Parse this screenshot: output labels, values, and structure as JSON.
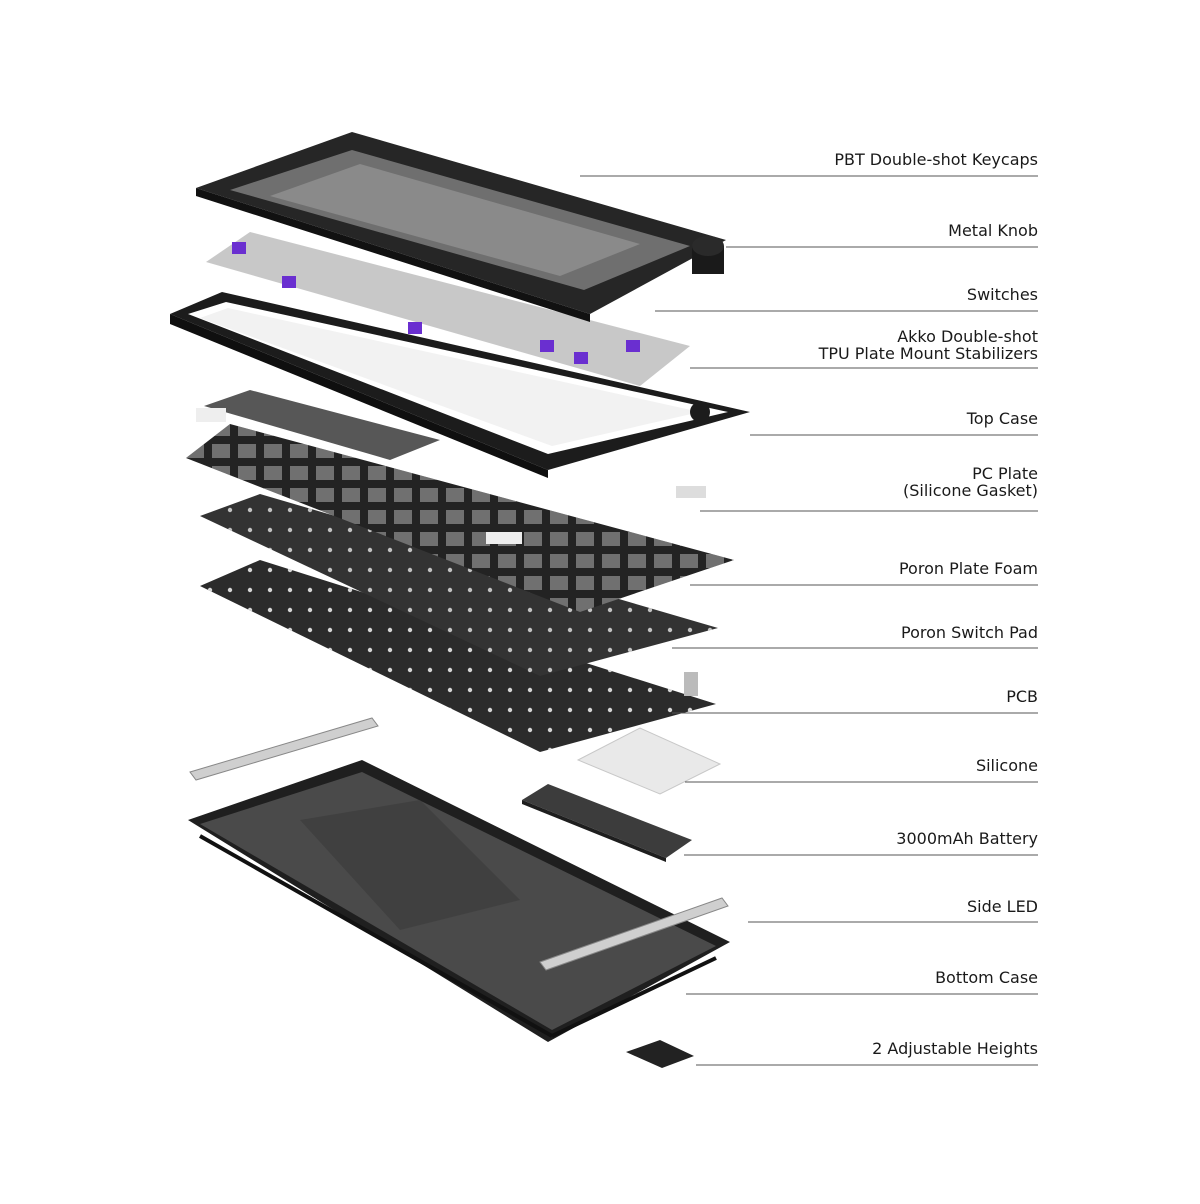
{
  "colors": {
    "keycap_dark": "#2a2a2a",
    "keycap_mid": "#6b6b6b",
    "keycap_light": "#8c8c8c",
    "case_black": "#1c1c1c",
    "plate_dark": "#2e2e2e",
    "foam_gray": "#3a3a3a",
    "switch_purple": "#6a2fd0",
    "silicone_white": "#e9e9e9",
    "leader_line": "#555555"
  },
  "components": [
    {
      "id": "keycaps",
      "label": "PBT Double-shot Keycaps"
    },
    {
      "id": "knob",
      "label": "Metal Knob"
    },
    {
      "id": "switches",
      "label": "Switches"
    },
    {
      "id": "stabilizers",
      "label_lines": [
        "Akko Double-shot",
        "TPU Plate Mount Stabilizers"
      ]
    },
    {
      "id": "top-case",
      "label": "Top Case"
    },
    {
      "id": "pc-plate",
      "label_lines": [
        "PC Plate",
        "(Silicone Gasket)"
      ]
    },
    {
      "id": "plate-foam",
      "label": "Poron Plate Foam"
    },
    {
      "id": "switch-pad",
      "label": "Poron Switch Pad"
    },
    {
      "id": "pcb",
      "label": "PCB"
    },
    {
      "id": "silicone",
      "label": "Silicone"
    },
    {
      "id": "battery",
      "label": "3000mAh Battery"
    },
    {
      "id": "side-led",
      "label": "Side LED"
    },
    {
      "id": "bottom-case",
      "label": "Bottom Case"
    },
    {
      "id": "feet",
      "label": "2 Adjustable Heights"
    }
  ]
}
